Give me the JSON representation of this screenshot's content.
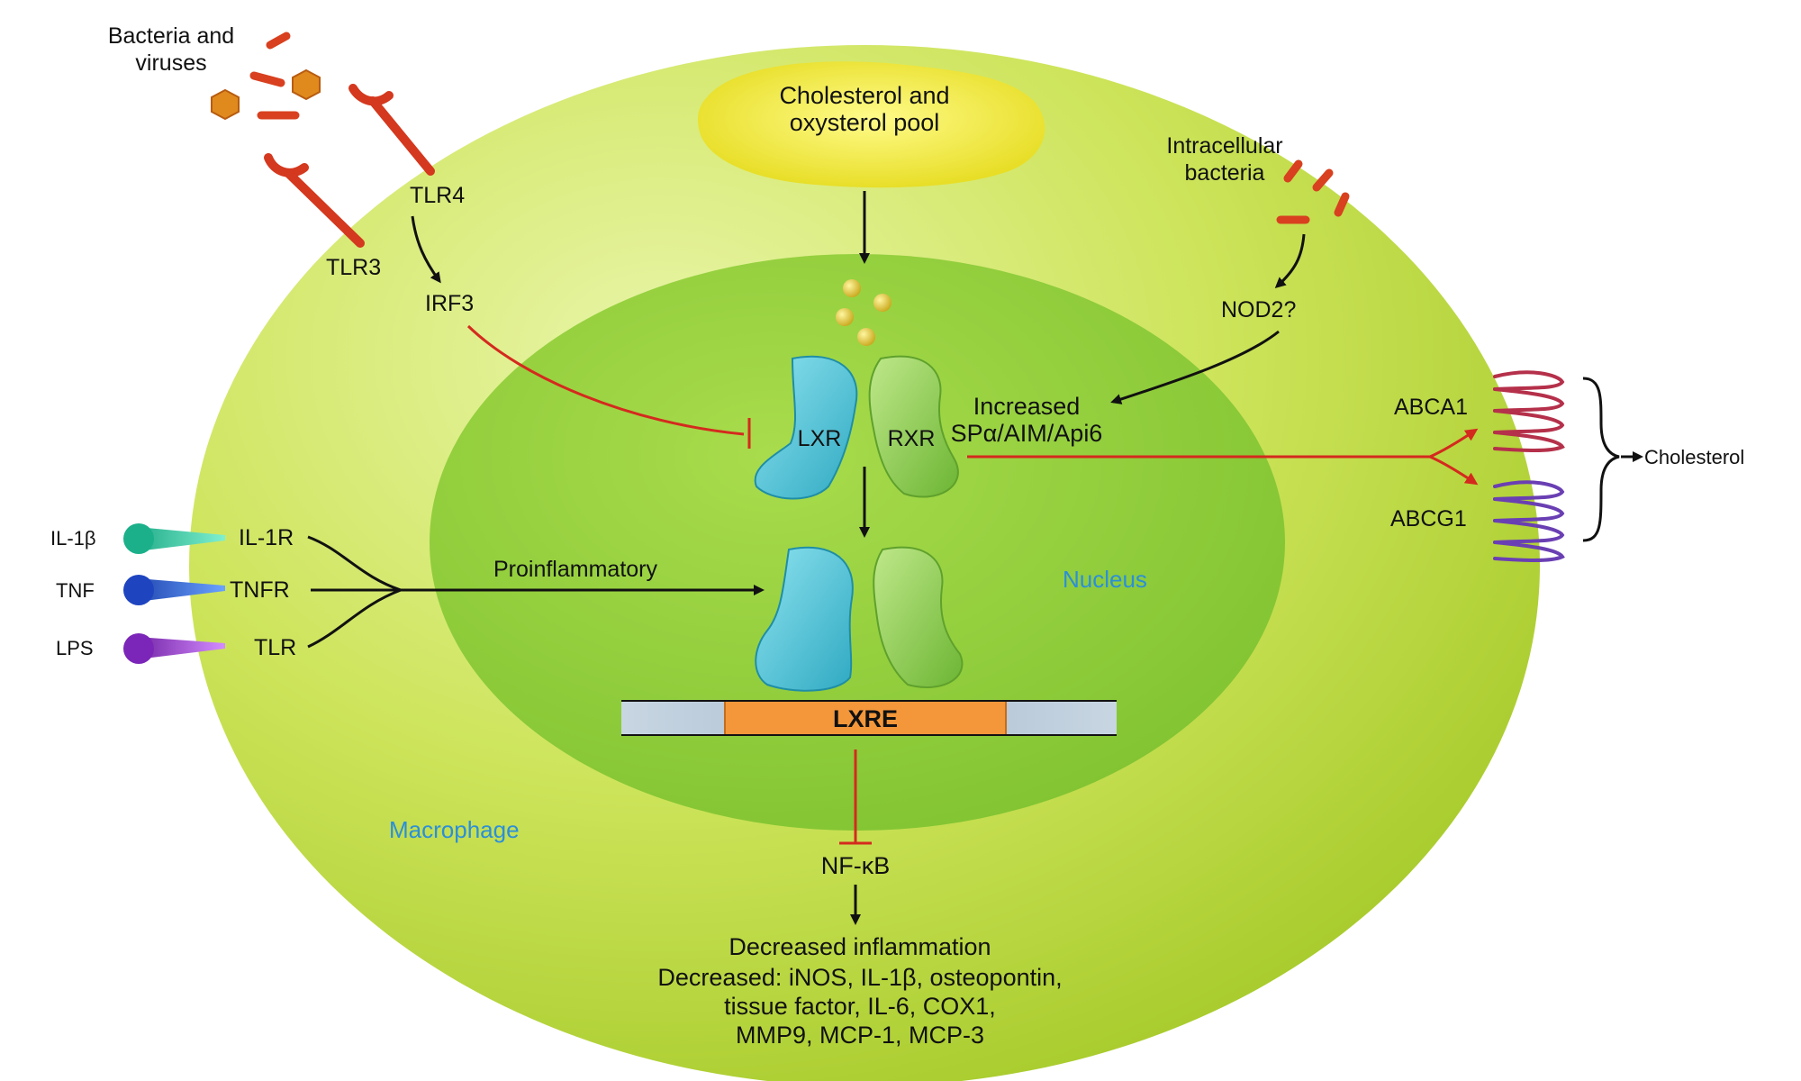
{
  "labels": {
    "bacteria_viruses_l1": "Bacteria and",
    "bacteria_viruses_l2": "viruses",
    "tlr4": "TLR4",
    "tlr3": "TLR3",
    "irf3": "IRF3",
    "pool_l1": "Cholesterol and",
    "pool_l2": "oxysterol pool",
    "intracellular_l1": "Intracellular",
    "intracellular_l2": "bacteria",
    "nod2": "NOD2?",
    "increased_l1": "Increased",
    "increased_l2": "SPα/AIM/Api6",
    "lxr": "LXR",
    "rxr": "RXR",
    "abca1": "ABCA1",
    "abcg1": "ABCG1",
    "cholesterol": "Cholesterol",
    "il1b": "IL-1β",
    "tnf": "TNF",
    "lps": "LPS",
    "il1r": "IL-1R",
    "tnfr": "TNFR",
    "tlr": "TLR",
    "proinflammatory": "Proinflammatory",
    "nucleus": "Nucleus",
    "lxre": "LXRE",
    "macrophage": "Macrophage",
    "nfkb": "NF-κB",
    "decreased_inflammation": "Decreased inflammation",
    "decreased_l1": "Decreased: iNOS, IL-1β, osteopontin,",
    "decreased_l2": "tissue factor, IL-6, COX1,",
    "decreased_l3": "MMP9, MCP-1, MCP-3"
  },
  "colors": {
    "cell": "#c6e04a",
    "nucleus": "#96cf3c",
    "lxr": "#4cc3d6",
    "rxr": "#8fd24c",
    "pool": "#f2ec3a",
    "inhibit_arrow": "#d42a1e",
    "lxre": "#f3973a",
    "dna_flank": "#a9bcd0",
    "il1b_ligand": "#2fd3a6",
    "tnf_ligand": "#2a5ee0",
    "lps_ligand": "#a13ad6",
    "abca1_loop": "#b5304a",
    "abcg1_loop": "#6a3fb3"
  },
  "icons": [
    "tlr-receptor-icon",
    "bacteria-icon",
    "virus-icon",
    "sterol-ligand-icon",
    "cytokine-ligand-icon",
    "transporter-loop-icon"
  ]
}
